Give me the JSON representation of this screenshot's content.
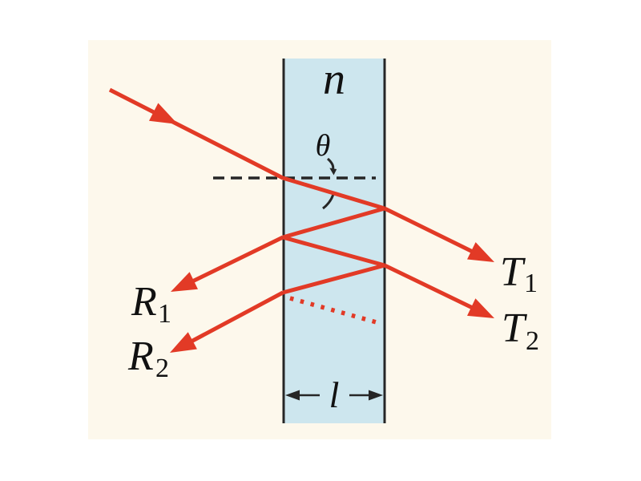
{
  "labels": {
    "refractive_index": "n",
    "angle": "θ",
    "reflected_ray_1": {
      "base": "R",
      "sub": "1"
    },
    "reflected_ray_2": {
      "base": "R",
      "sub": "2"
    },
    "transmitted_ray_1": {
      "base": "T",
      "sub": "1"
    },
    "transmitted_ray_2": {
      "base": "T",
      "sub": "2"
    },
    "film_thickness": "l"
  },
  "colors": {
    "page": "#ffffff",
    "panel": "#fdf8ec",
    "film": "#cde6ee",
    "ray": "#e23a26",
    "line": "#262626"
  }
}
